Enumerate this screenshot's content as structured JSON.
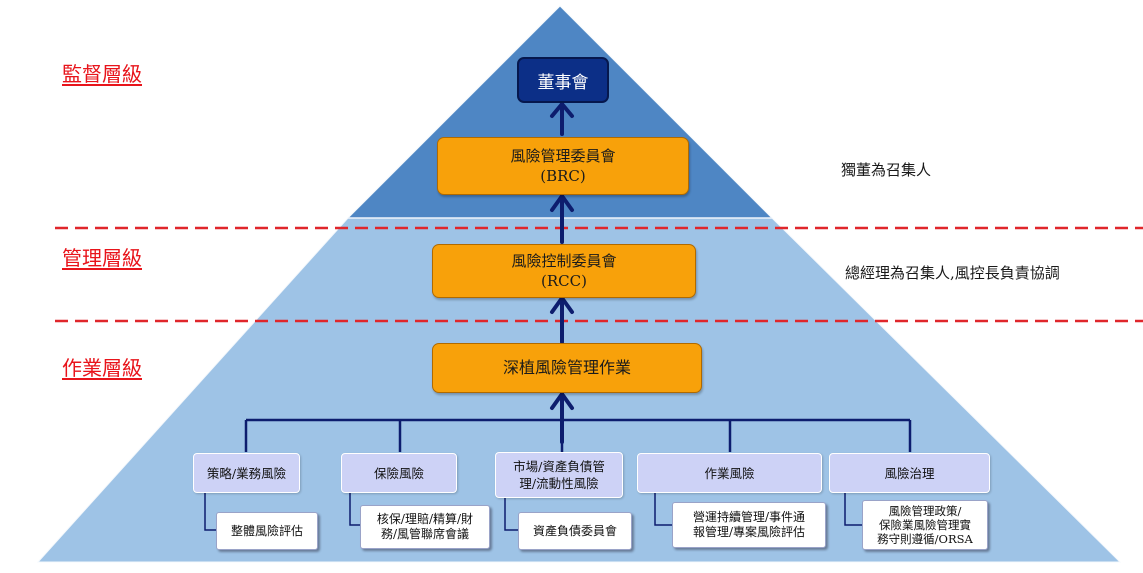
{
  "levels": {
    "supervision": "監督層級",
    "management": "管理層級",
    "operation": "作業層級"
  },
  "notes": {
    "brc_convener": "獨董為召集人",
    "rcc_convener": "總經理為召集人,風控長負責協調"
  },
  "nodes": {
    "board": "董事會",
    "brc": {
      "line1": "風險管理委員會",
      "line2": "(BRC)"
    },
    "rcc": {
      "line1": "風險控制委員會",
      "line2": "(RCC)"
    },
    "deep": "深植風險管理作業"
  },
  "risks": [
    {
      "lines": [
        "策略/業務風險"
      ],
      "sub": [
        "整體風險評估"
      ]
    },
    {
      "lines": [
        "保險風險"
      ],
      "sub": [
        "核保/理賠/精算/財",
        "務/風管聯席會議"
      ]
    },
    {
      "lines": [
        "市場/資產負債管",
        "理/流動性風險"
      ],
      "sub": [
        "資產負債委員會"
      ]
    },
    {
      "lines": [
        "作業風險"
      ],
      "sub": [
        "營運持續管理/事件通",
        "報管理/專案風險評估"
      ]
    },
    {
      "lines": [
        "風險治理"
      ],
      "sub": [
        "風險管理政策/",
        "保險業風險管理實",
        "務守則遵循/ORSA"
      ]
    }
  ],
  "colors": {
    "pyramid_top": "#4e86c4",
    "pyramid_bottom": "#9ec3e6",
    "dash": "#e0262b",
    "arrow": "#0d1d6e",
    "orange_box": "#f8a10a",
    "board": "#0c2f87",
    "risk_box": "#cdd2f6"
  }
}
